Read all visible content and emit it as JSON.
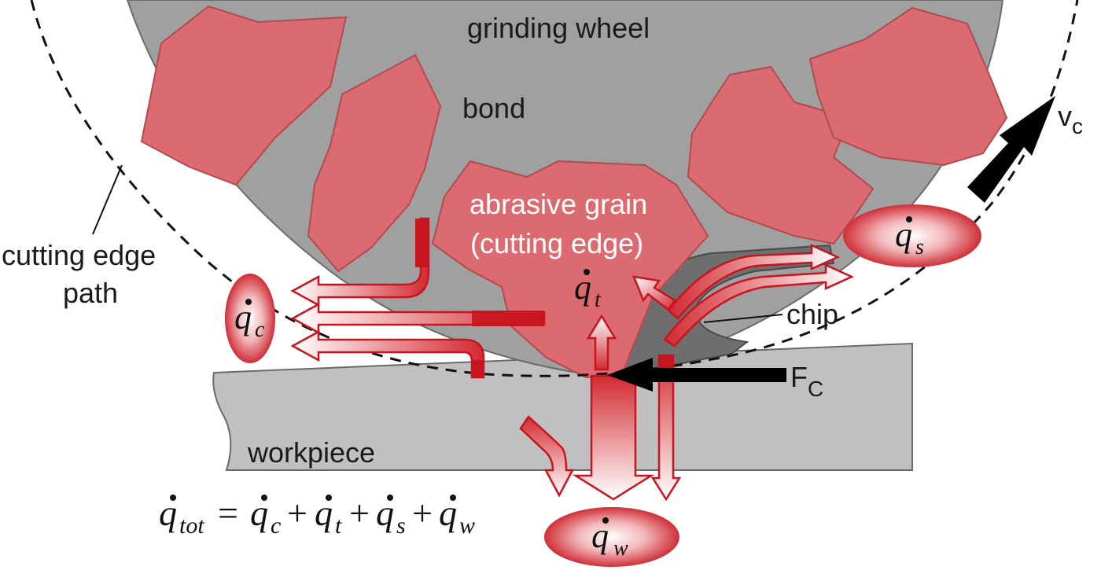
{
  "labels": {
    "grinding_wheel": "grinding wheel",
    "bond": "bond",
    "abrasive_grain_line1": "abrasive grain",
    "abrasive_grain_line2": "(cutting edge)",
    "cutting_edge_path_line1": "cutting edge",
    "cutting_edge_path_line2": "path",
    "chip": "chip",
    "workpiece": "workpiece",
    "force_main": "F",
    "force_sub": "C",
    "velocity_main": "v",
    "velocity_sub": "c"
  },
  "heat_flows": {
    "symbol": "q",
    "c": "c",
    "t": "t",
    "s": "s",
    "w": "w",
    "tot": "tot"
  },
  "equation": {
    "equals": "=",
    "plus": "+"
  },
  "colors": {
    "wheel": "#a0a0a0",
    "workpiece": "#c0c0c0",
    "grain": "#db6b70",
    "grain_stroke": "#b24a4e",
    "arrow_red": "#c8141e",
    "chip": "#6e6e6e",
    "force_arrow": "#000000"
  }
}
